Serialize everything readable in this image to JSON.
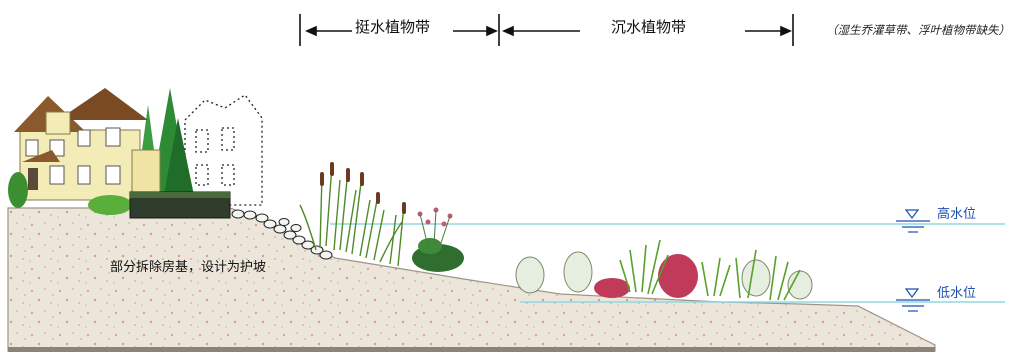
{
  "header": {
    "emergent_zone": "挺水植物带",
    "submerged_zone": "沉水植物带",
    "missing_note": "（湿生乔灌草带、浮叶植物带缺失）"
  },
  "water_levels": {
    "high": "高水位",
    "low": "低水位"
  },
  "annotations": {
    "slope_label": "部分拆除房基，设计为护坡"
  },
  "colors": {
    "soil": "#ece5da",
    "soil_dots": "#d99a98",
    "water_line": "#8fd8e4",
    "water_label": "#1a4fb0",
    "house_wall": "#f3ecb6",
    "roof": "#8a5a2c",
    "tree": "#2d8a35",
    "reed_head": "#6b3a20",
    "red_plant": "#c03a5a",
    "grass": "#5aa02c"
  },
  "icons": [
    "water-level-triangle-icon",
    "arrow-left-icon",
    "arrow-right-icon"
  ]
}
